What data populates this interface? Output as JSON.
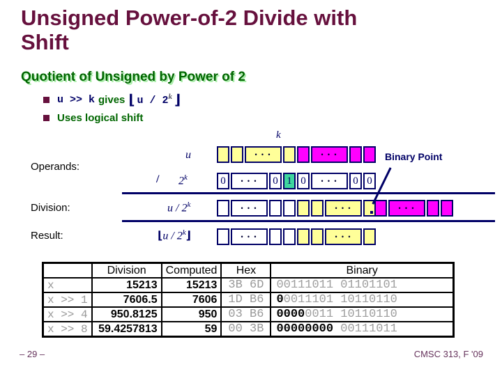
{
  "slide": {
    "title": {
      "line1": "Unsigned Power-of-2 Divide with",
      "line2": "Shift"
    },
    "heading": "Quotient of Unsigned by Power of 2",
    "bullets": {
      "b1_code": "u >> k",
      "b1_gives": "gives",
      "b1_floor_open": "⌊",
      "b1_body": "u / 2",
      "b1_exp": "k",
      "b1_floor_close": "⌋",
      "b2": "Uses logical shift"
    }
  },
  "diagram": {
    "k_label": "k",
    "operands_label": "Operands:",
    "division_label": "Division:",
    "result_label": "Result:",
    "u_label": "u",
    "divide_sign": "/",
    "two": "2",
    "exp": "k",
    "u_div_body": "u / 2",
    "floor_open": "⌊",
    "floor_close": "⌋",
    "binary_point_label": "Binary Point",
    "dots": "• • •",
    "bit0": "0",
    "bit1": "1",
    "cell_rows": {
      "u_row": [
        {
          "c": "y"
        },
        {
          "c": "y"
        },
        {
          "c": "y",
          "w": 1,
          "t": "dots"
        },
        {
          "c": "y"
        },
        {
          "c": "m"
        },
        {
          "c": "m",
          "w": 1,
          "t": "dots"
        },
        {
          "c": "m"
        },
        {
          "c": "m"
        }
      ],
      "divisor_row": [
        {
          "c": "w",
          "t": "0"
        },
        {
          "c": "w",
          "w": 1,
          "t": "dots"
        },
        {
          "c": "w",
          "t": "0"
        },
        {
          "c": "g",
          "t": "1"
        },
        {
          "c": "w",
          "t": "0"
        },
        {
          "c": "w",
          "w": 1,
          "t": "dots"
        },
        {
          "c": "w",
          "t": "0"
        },
        {
          "c": "w",
          "t": "0"
        }
      ],
      "quotient_row": [
        {
          "c": "w"
        },
        {
          "c": "w",
          "w": 1,
          "t": "dots"
        },
        {
          "c": "w"
        },
        {
          "c": "w"
        },
        {
          "c": "y"
        },
        {
          "c": "y"
        },
        {
          "c": "y",
          "w": 1,
          "t": "dots"
        },
        {
          "c": "y"
        }
      ],
      "fraction_row": [
        {
          "c": "m"
        },
        {
          "c": "m",
          "w": 1,
          "t": "dots"
        },
        {
          "c": "m"
        },
        {
          "c": "m"
        }
      ],
      "result_row": [
        {
          "c": "w"
        },
        {
          "c": "w",
          "w": 1,
          "t": "dots"
        },
        {
          "c": "w"
        },
        {
          "c": "w"
        },
        {
          "c": "y"
        },
        {
          "c": "y"
        },
        {
          "c": "y",
          "w": 1,
          "t": "dots"
        },
        {
          "c": "y"
        }
      ]
    }
  },
  "table": {
    "headers": [
      "",
      "Division",
      "Computed",
      "Hex",
      "Binary"
    ],
    "rows": [
      {
        "name": "x",
        "division": "15213",
        "computed": "15213",
        "hex": "3B 6D",
        "bin_bold": "",
        "bin_gray": "00111011 01101101"
      },
      {
        "name": "x >> 1",
        "division": "7606.5",
        "computed": "7606",
        "hex": "1D B6",
        "bin_bold": "0",
        "bin_gray": "0011101 10110110"
      },
      {
        "name": "x >> 4",
        "division": "950.8125",
        "computed": "950",
        "hex": "03 B6",
        "bin_bold": "0000",
        "bin_gray": "0011 10110110"
      },
      {
        "name": "x >> 8",
        "division": "59.4257813",
        "computed": "59",
        "hex": "00 3B",
        "bin_bold": "00000000",
        "bin_gray": " 00111011"
      }
    ]
  },
  "footer": {
    "left": "– 29 –",
    "right": "CMSC 313, F '09"
  },
  "colors": {
    "title_maroon": "#66103d",
    "heading_green": "#006600",
    "heading_shadow": "#aaeeaa",
    "navy": "#000066",
    "cell_yellow": "#ffff99",
    "cell_magenta": "#ff00ff",
    "cell_mint": "#3fd69e",
    "muted_gray": "#9e9e9e",
    "footer_maroon": "#66335c"
  }
}
